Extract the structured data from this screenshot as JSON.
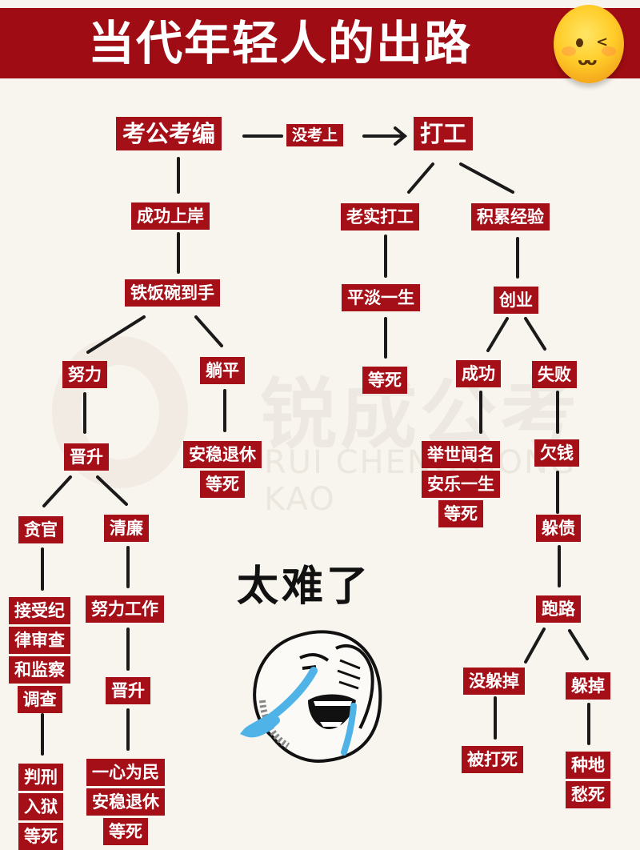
{
  "header": {
    "title": "当代年轻人的出路",
    "emoji": "wink-smile-emoji"
  },
  "watermark": {
    "cn": "锐成公考",
    "en": "RUI CHENG GONG KAO"
  },
  "colors": {
    "banner": "#a00c14",
    "node_bg": "#a50f17",
    "node_text": "#ffffff",
    "line": "#1a1a1a",
    "background": "#f8f5ee",
    "tears": "#4fb3e8"
  },
  "nodes": {
    "root": "考公考编",
    "fail_label": "没考上",
    "work": "打工",
    "pass": "成功上岸",
    "iron_bowl": "铁饭碗到手",
    "effort": "努力",
    "lie_flat": "躺平",
    "lie_flat_end": [
      "安稳退休",
      "等死"
    ],
    "promote": "晋升",
    "corrupt": "贪官",
    "honest": "清廉",
    "corrupt_investigated": [
      "接受纪",
      "律审查",
      "和监察",
      "调查"
    ],
    "corrupt_end": [
      "判刑",
      "入狱",
      "等死"
    ],
    "honest_work": "努力工作",
    "honest_promote": "晋升",
    "honest_end": [
      "一心为民",
      "安稳退休",
      "等死"
    ],
    "honest_job": "老实打工",
    "plain_life": "平淡一生",
    "plain_end": "等死",
    "experience": "积累经验",
    "startup": "创业",
    "success": "成功",
    "failure": "失败",
    "success_end": [
      "举世闻名",
      "安乐一生",
      "等死"
    ],
    "debt": "欠钱",
    "hide_debt": "躲债",
    "run": "跑路",
    "not_escaped": "没躲掉",
    "escaped": "躲掉",
    "beaten": "被打死",
    "escaped_end": [
      "种地",
      "愁死"
    ]
  },
  "meme": {
    "caption": "太难了",
    "image": "crying-laughing-face-meme"
  }
}
